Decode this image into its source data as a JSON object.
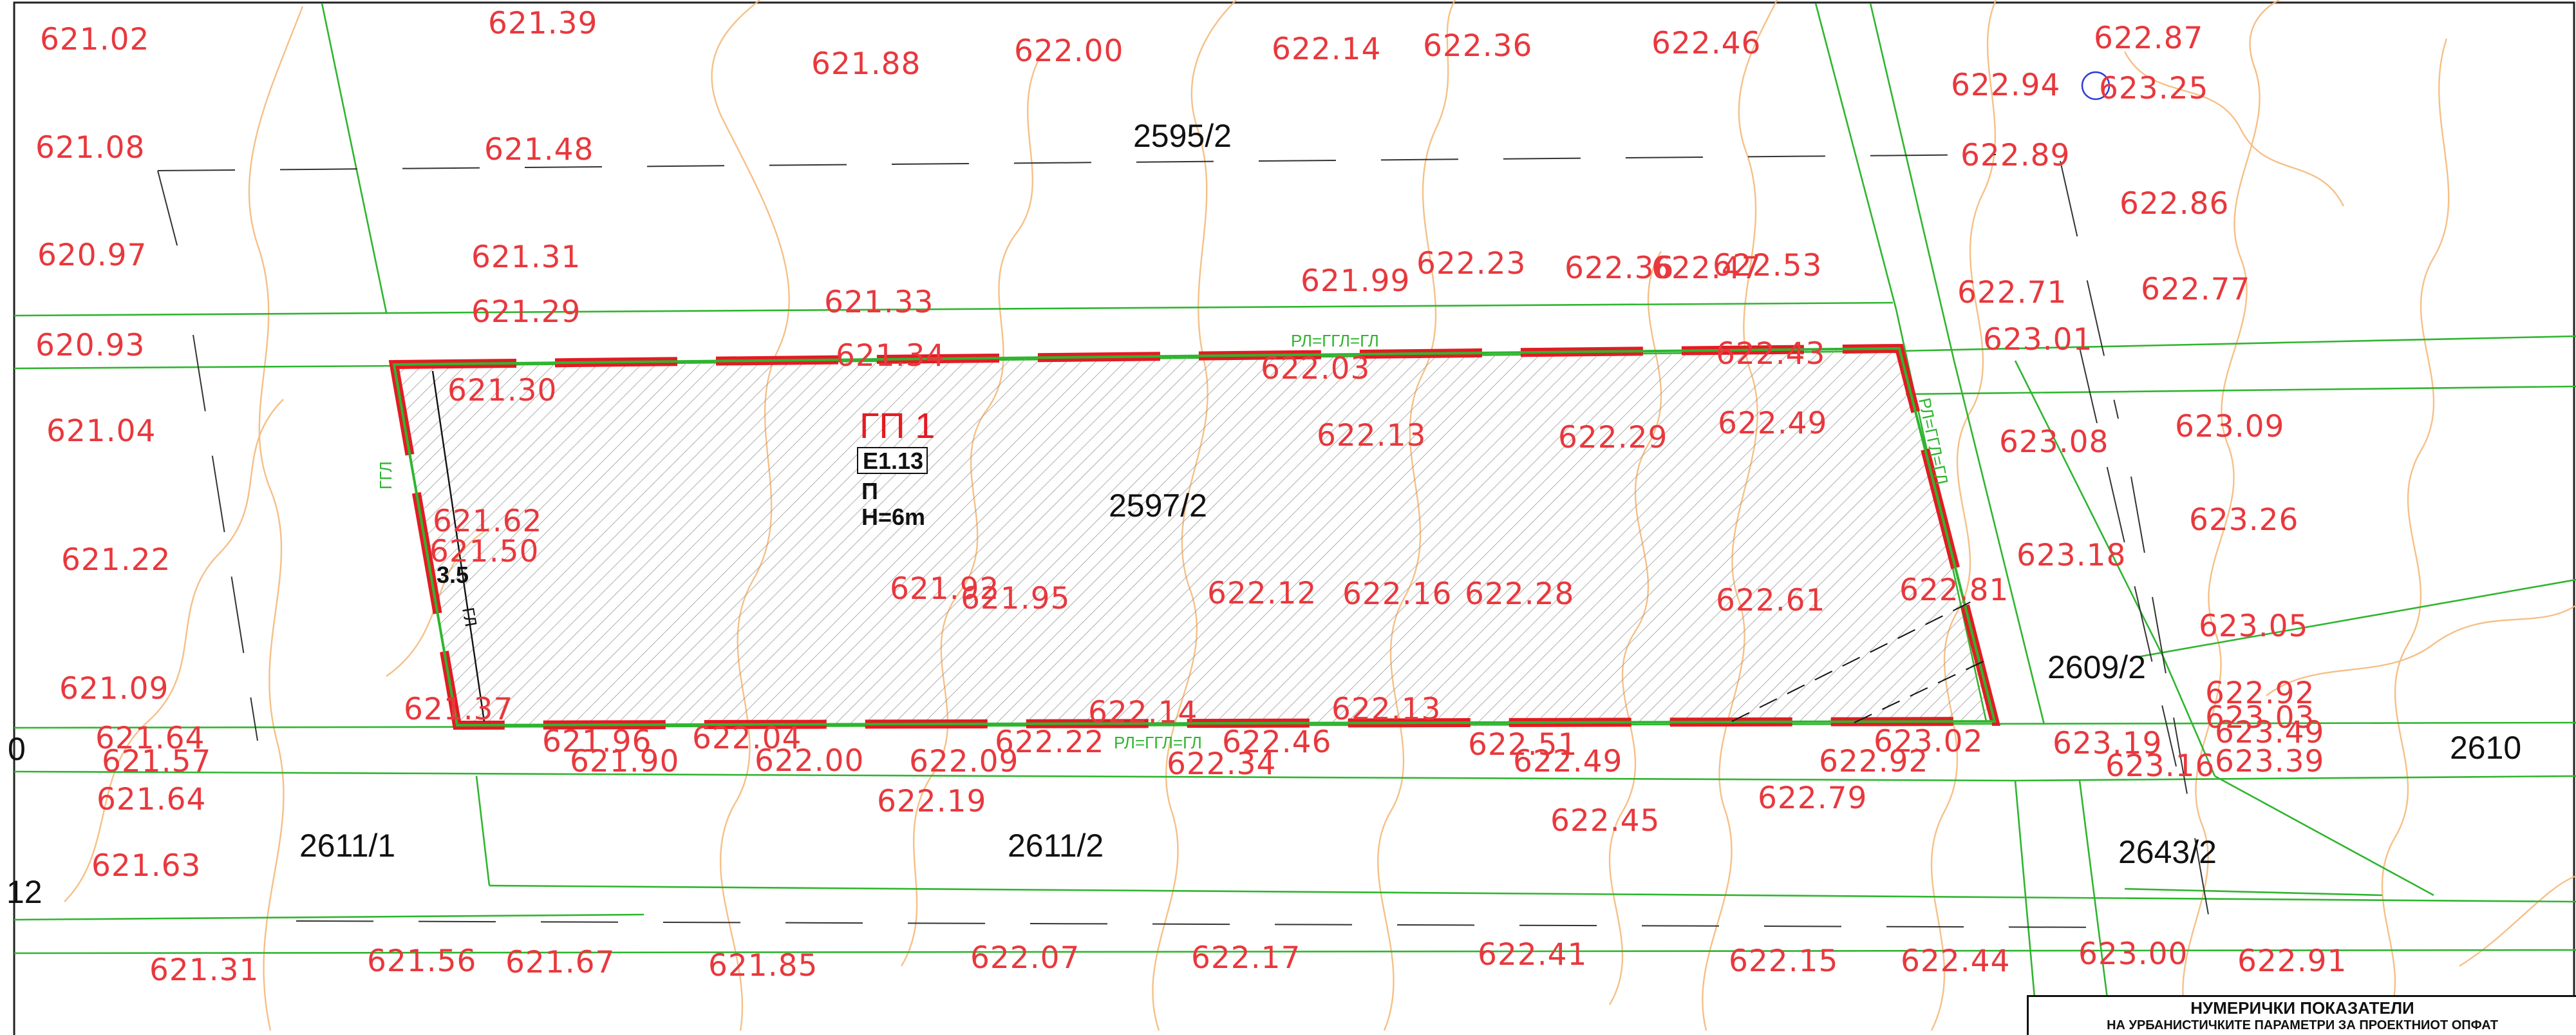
{
  "map": {
    "parcels": [
      {
        "id": "p-2595-2",
        "label": "2595/2"
      },
      {
        "id": "p-2597-2",
        "label": "2597/2"
      },
      {
        "id": "p-2609-2",
        "label": "2609/2"
      },
      {
        "id": "p-2610",
        "label": "2610"
      },
      {
        "id": "p-2611-1",
        "label": "2611/1"
      },
      {
        "id": "p-2611-2",
        "label": "2611/2"
      },
      {
        "id": "p-2643-2",
        "label": "2643/2"
      },
      {
        "id": "p-edge-0",
        "label": "0"
      },
      {
        "id": "p-edge-12",
        "label": "12"
      }
    ],
    "zone": {
      "code": "ГП 1",
      "class_code": "Е1.13",
      "category": "П",
      "height": "H=6m",
      "setback": "3.5",
      "colors": {
        "boundary_red": "#e31b23",
        "boundary_green": "#2fb52f",
        "hatch": "#9a9a9a"
      }
    },
    "line_labels": {
      "top": "РЛ=ГГЛ=ГЛ",
      "bottom": "РЛ=ГГЛ=ГЛ",
      "right": "РЛ=ГГЛ=ГЛ",
      "left": "ГГЛ",
      "left_inner": "ГЛ"
    },
    "elevations": [
      "621.02",
      "621.39",
      "621.88",
      "622.00",
      "622.14",
      "622.36",
      "622.46",
      "622.87",
      "622.94",
      "623.25",
      "621.08",
      "621.48",
      "622.89",
      "622.86",
      "620.97",
      "621.31",
      "621.99",
      "622.23",
      "622.36",
      "622.47",
      "622.53",
      "621.29",
      "621.33",
      "622.71",
      "622.77",
      "620.93",
      "621.34",
      "622.03",
      "622.43",
      "623.01",
      "621.30",
      "622.13",
      "622.29",
      "622.49",
      "623.08",
      "623.09",
      "621.04",
      "621.62",
      "621.50",
      "623.26",
      "621.22",
      "623.18",
      "621.92",
      "621.95",
      "622.12",
      "622.16",
      "622.28",
      "622.61",
      "622.81",
      "623.05",
      "621.09",
      "621.37",
      "622.14",
      "622.13",
      "622.92",
      "623.03",
      "623.49",
      "621.64",
      "621.57",
      "621.96",
      "621.90",
      "622.04",
      "622.00",
      "622.09",
      "622.22",
      "622.34",
      "622.46",
      "622.51",
      "622.49",
      "622.92",
      "623.02",
      "623.19",
      "623.16",
      "623.39",
      "621.64",
      "622.19",
      "622.45",
      "622.79",
      "621.63",
      "621.31",
      "621.56",
      "621.67",
      "621.85",
      "622.07",
      "622.17",
      "622.41",
      "622.15",
      "622.44",
      "623.00",
      "622.91"
    ],
    "survey_marker_color": "#2b3bd6"
  },
  "legend": {
    "title": "НУМЕРИЧКИ ПОКАЗАТЕЛИ",
    "subtitle": "НА УРБАНИСТИЧКИТЕ ПАРАМЕТРИ ЗА ПРОЕКТНИОТ ОПФАТ"
  }
}
